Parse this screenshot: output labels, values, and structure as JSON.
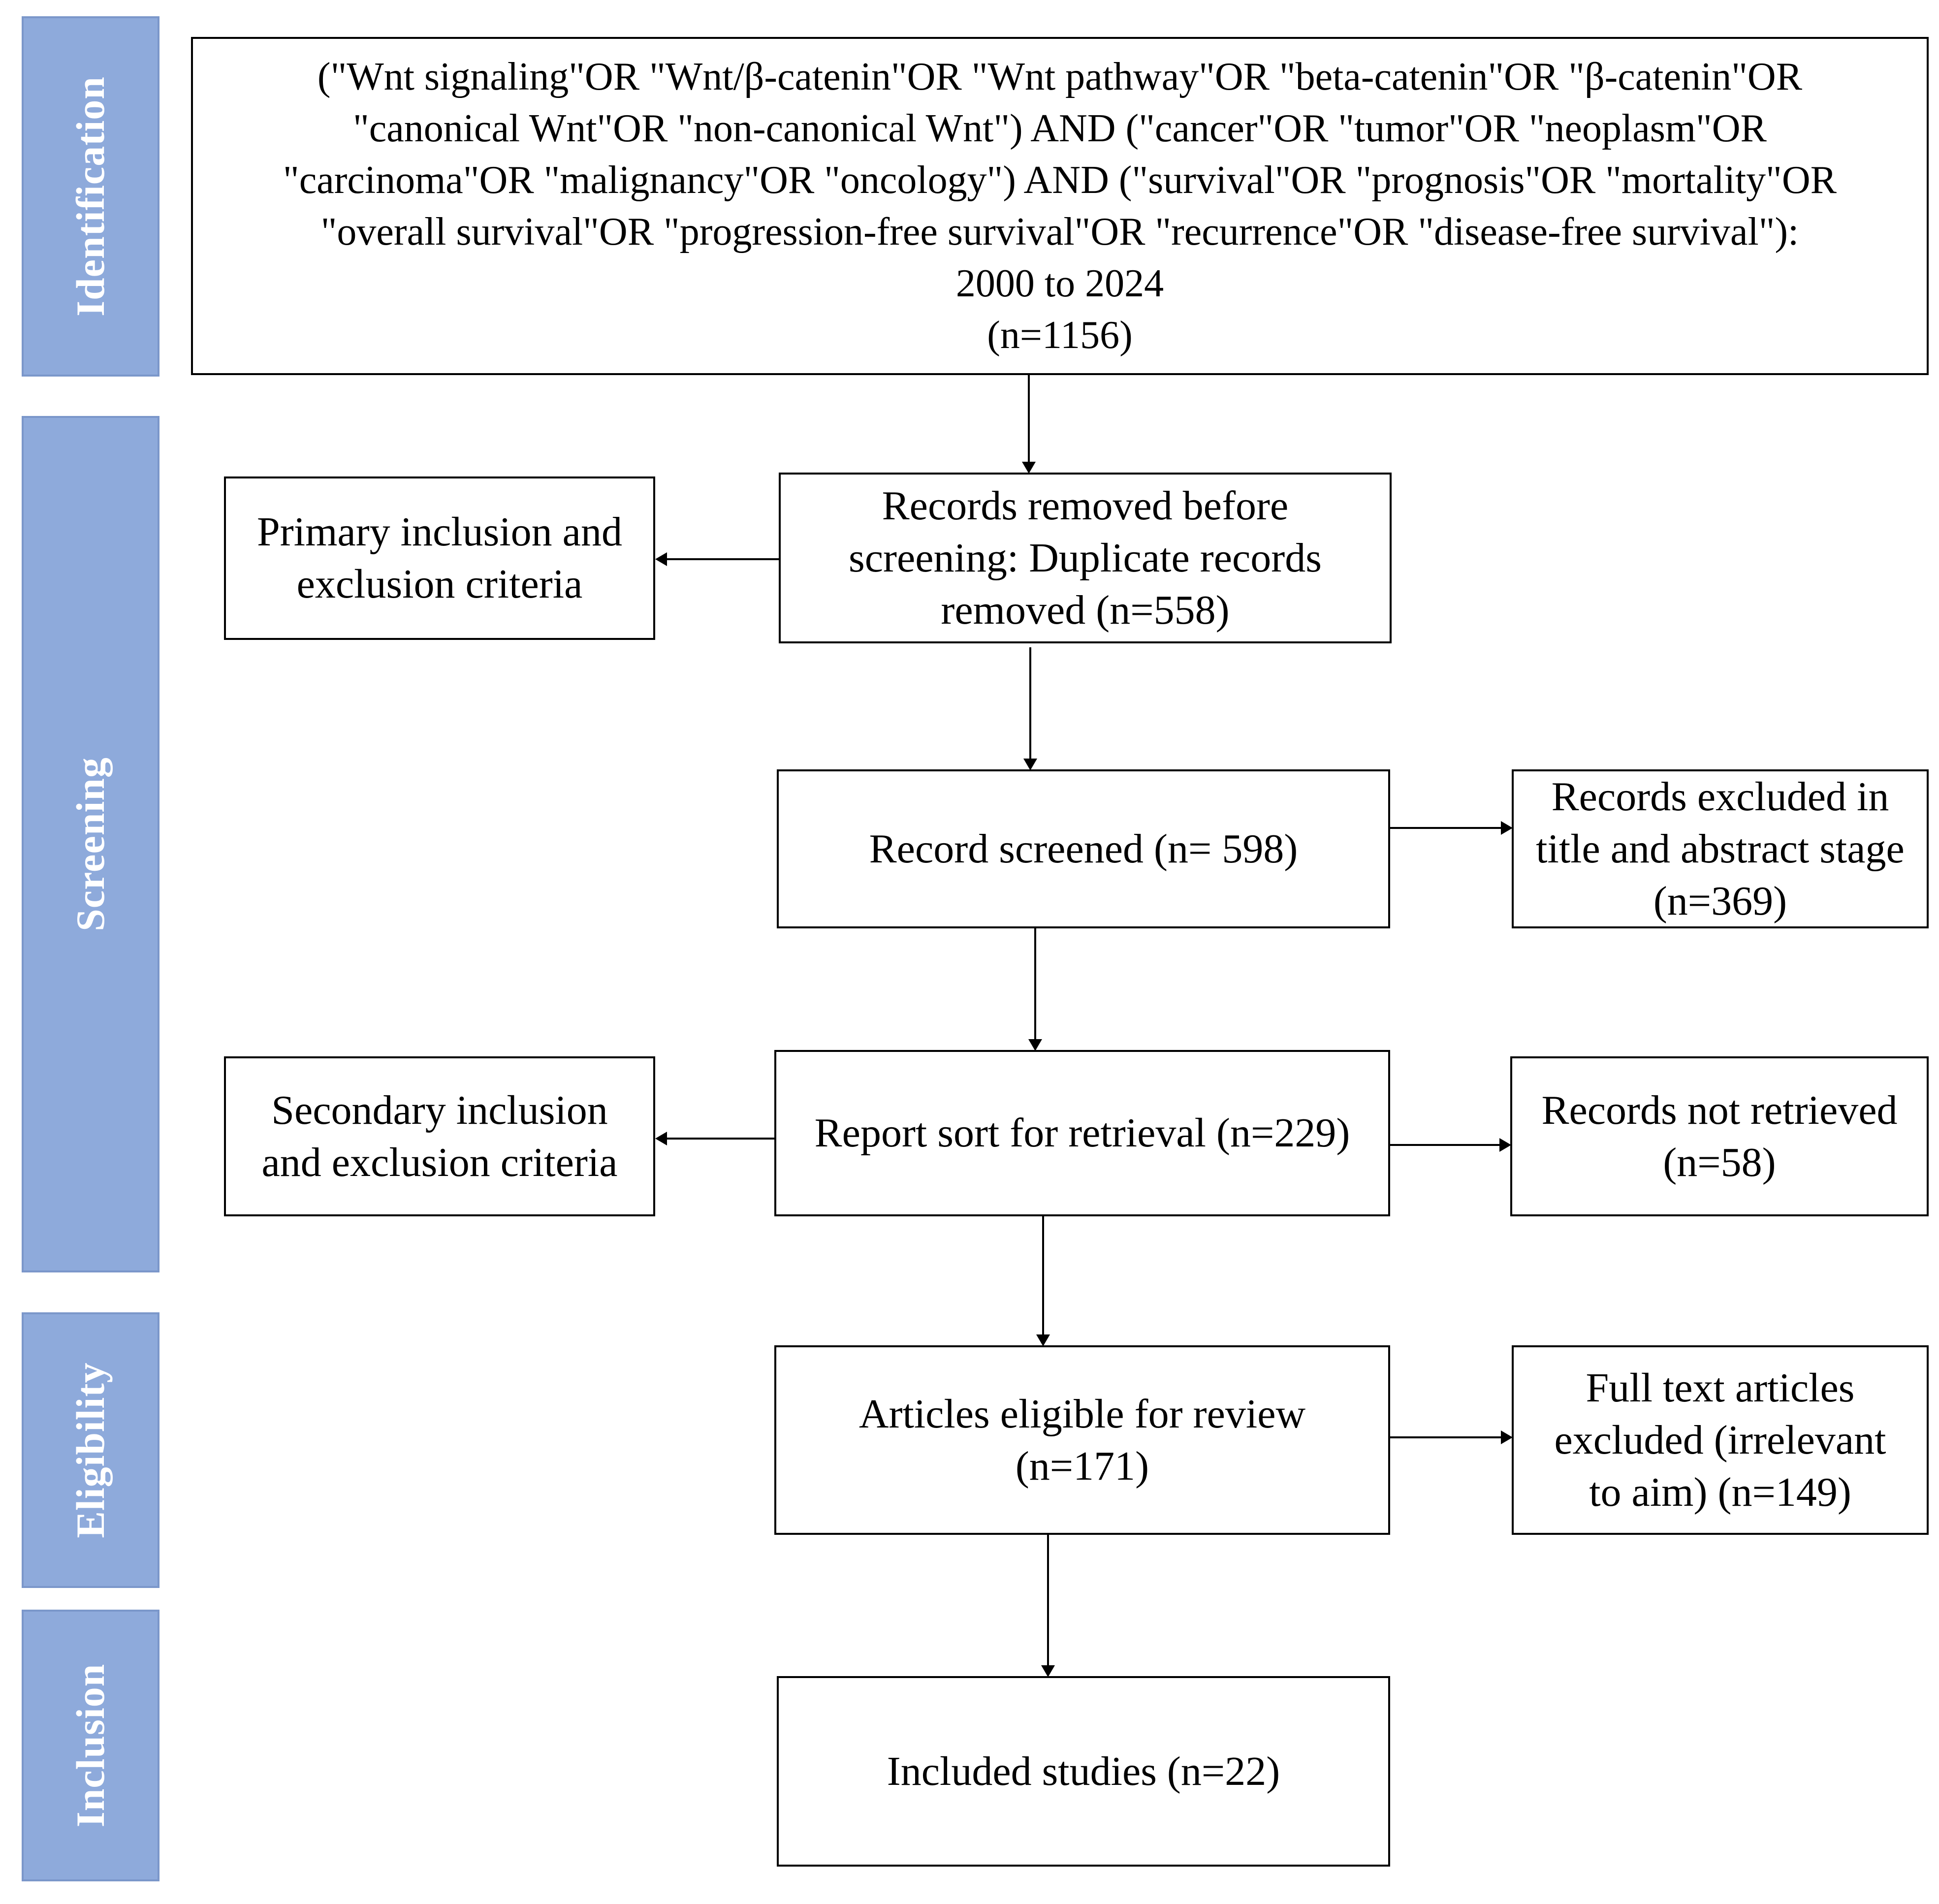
{
  "stages": {
    "identification": "Identification",
    "screening": "Screening",
    "eligibility": "Eligibility",
    "inclusion": "Inclusion"
  },
  "query": {
    "line1": "(\"Wnt signaling\"OR  \"Wnt/β-catenin\"OR \"Wnt pathway\"OR \"beta-catenin\"OR \"β-catenin\"OR",
    "line2": "\"canonical Wnt\"OR \"non-canonical Wnt\") AND (\"cancer\"OR \"tumor\"OR \"neoplasm\"OR",
    "line3": "\"carcinoma\"OR \"malignancy\"OR  \"oncology\") AND (\"survival\"OR  \"prognosis\"OR \"mortality\"OR",
    "line4": "\"overall survival\"OR  \"progression-free survival\"OR  \"recurrence\"OR \"disease-free survival\"):",
    "line5": "2000 to 2024",
    "line6": "(n=1156)"
  },
  "boxes": {
    "duplicates": {
      "line1": "Records removed before",
      "line2": "screening: Duplicate records",
      "line3": "removed (n=558)"
    },
    "primary_criteria": {
      "line1": "Primary inclusion and",
      "line2": "exclusion criteria"
    },
    "screened": "Record screened (n= 598)",
    "excluded_title_abstract": {
      "line1": "Records excluded in",
      "line2": "title and abstract stage",
      "line3": "(n=369)"
    },
    "retrieval": "Report sort for retrieval (n=229)",
    "secondary_criteria": {
      "line1": "Secondary inclusion",
      "line2": "and exclusion criteria"
    },
    "not_retrieved": {
      "line1": "Records not retrieved",
      "line2": "(n=58)"
    },
    "eligible": {
      "line1": "Articles eligible for review",
      "line2": "(n=171)"
    },
    "full_text_excluded": {
      "line1": "Full text articles",
      "line2": "excluded (irrelevant",
      "line3": "to aim) (n=149)"
    },
    "included": "Included studies (n=22)"
  },
  "colors": {
    "stage_fill": "#8eaadb",
    "stage_border": "#7b97ca",
    "stage_text": "#ffffff",
    "box_border": "#000000"
  }
}
